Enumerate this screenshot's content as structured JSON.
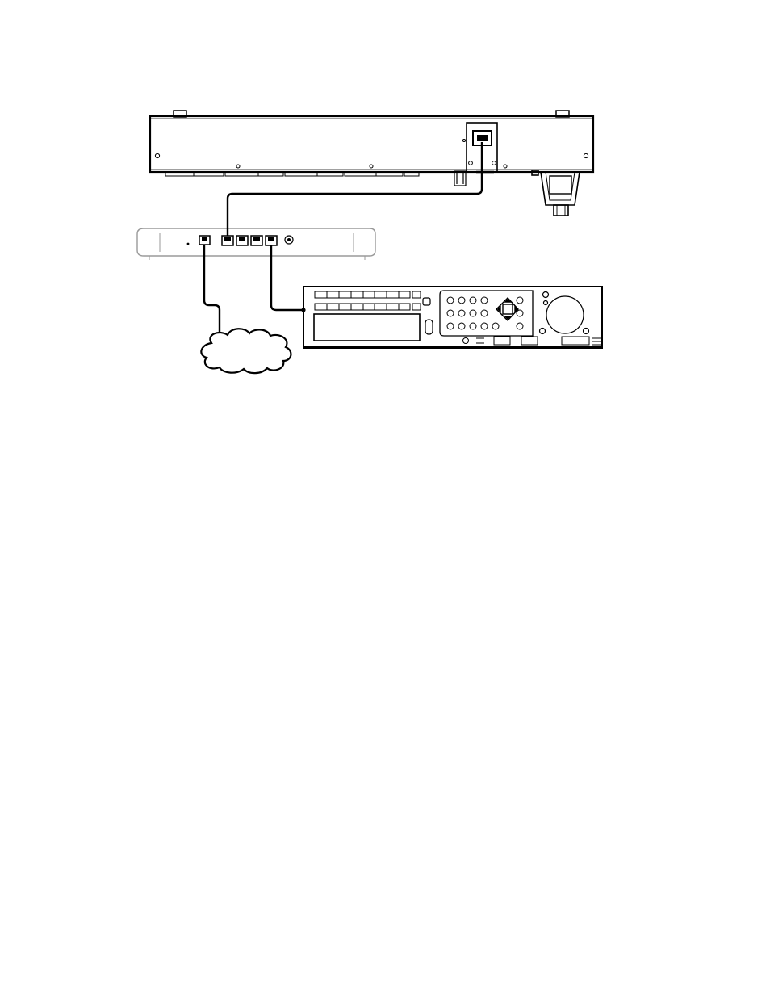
{
  "diagram": {
    "devices": [
      {
        "id": "rear-unit",
        "kind": "rack device (rear view)"
      },
      {
        "id": "network-switch",
        "kind": "router / switch"
      },
      {
        "id": "front-unit",
        "kind": "recorder (front view)"
      },
      {
        "id": "network-cloud",
        "kind": "network cloud"
      }
    ],
    "connections": [
      {
        "from": "rear-unit",
        "to": "network-switch"
      },
      {
        "from": "network-switch",
        "to": "network-cloud"
      },
      {
        "from": "network-switch",
        "to": "front-unit"
      }
    ]
  },
  "colors": {
    "line": "#000000",
    "switch_outline": "#9a9a9a",
    "background": "#ffffff"
  }
}
